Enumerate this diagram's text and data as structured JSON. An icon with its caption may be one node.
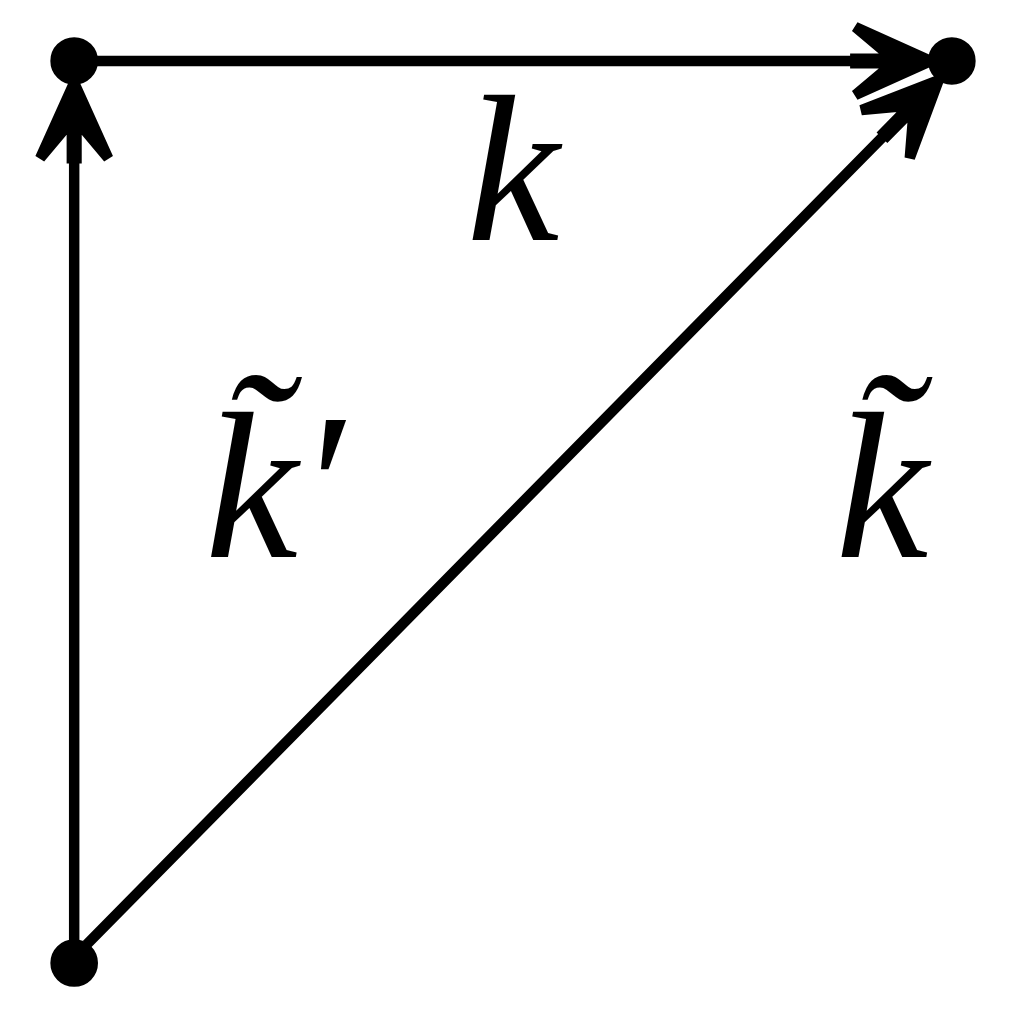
{
  "diagram": {
    "nodes": [
      {
        "text": [],
        "shape": "dot"
      },
      {
        "text": [],
        "shape": "dot"
      },
      {
        "text": [],
        "shape": "dot"
      }
    ],
    "edges": [
      {
        "from": 0,
        "to": 1,
        "arrow": "to",
        "label": "k"
      },
      {
        "from": 2,
        "to": 0,
        "arrow": "to",
        "label": "k̃′"
      },
      {
        "from": 2,
        "to": 1,
        "arrow": "to",
        "label": "k̃"
      }
    ]
  }
}
